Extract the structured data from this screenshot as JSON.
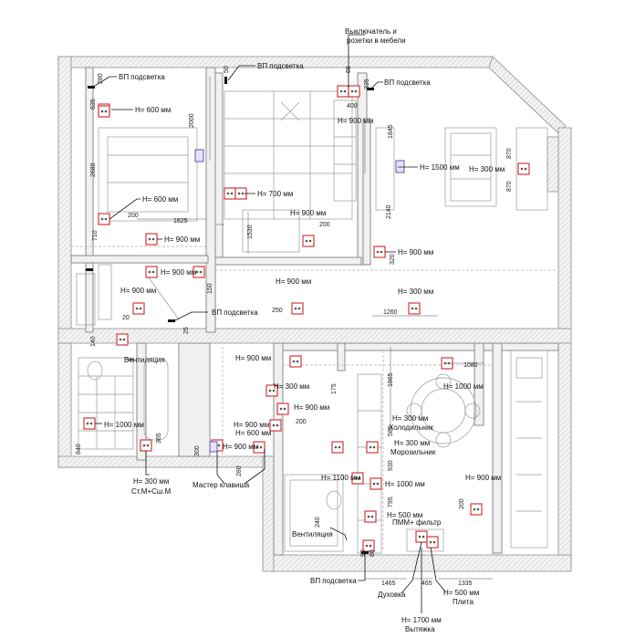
{
  "labels": {
    "switch_furniture_line1": "Выключатель  и",
    "switch_furniture_line2": "розетки в мебели",
    "vp1": "ВП подсветка",
    "vp2": "ВП подсветка",
    "vp3": "ВП подсветка",
    "vp4": "ВП подсветка",
    "vp5": "ВП подсветка",
    "h600a": "H= 600 мм",
    "h900a": "H= 900 мм",
    "h1500": "H= 1500 мм",
    "h300a": "H= 300 мм",
    "h700": "H= 700 мм",
    "h600b": "H= 600 мм",
    "h900b": "H= 900 мм",
    "h900c": "H= 900 мм",
    "h900d": "H= 900 мм",
    "h900e": "H= 900 мм",
    "h900f": "H= 900 мм",
    "h900g": "H= 900 мм",
    "h300b": "H= 300 мм",
    "ventilation1": "Вентиляция",
    "h900h": "H= 900 мм",
    "h300c": "H= 300 мм",
    "h900i": "H= 900 мм",
    "h1000a": "H= 1000 мм",
    "h300fridge": "H= 300 мм",
    "fridge": "Холодильник",
    "h300freezer": "H= 300 мм",
    "freezer": "Морозильник",
    "h1000b": "H= 1000 мм",
    "h900j": "H= 900 мм",
    "h600c": "H= 600 мм",
    "h900k": "H= 900 мм",
    "h300d": "H= 300 мм",
    "st_m": "Ст.М+Сш.М",
    "master": "Мастер клавиша",
    "h1100": "H= 1100 мм",
    "h1000c": "H= 1000 мм",
    "h900l": "H= 900 мм",
    "h500a": "H= 500 мм",
    "pmm": "ПММ+ фильтр",
    "ventilation2": "Вентиляция",
    "oven": "Духовка",
    "h500b": "H= 500 мм",
    "stove": "Плита",
    "h1700": "H= 1700 мм",
    "hood": "Вытяжка"
  },
  "dims": {
    "d635": "635",
    "d280": "280",
    "d50": "50",
    "d65": "65",
    "d335": "335",
    "d400": "400",
    "d2000": "2000",
    "d1845": "1845",
    "d870a": "870",
    "d870b": "870",
    "d2680": "2680",
    "d200a": "200",
    "d1625": "1625",
    "d1530": "1530",
    "d200b": "200",
    "d2140": "2140",
    "d710": "710",
    "d320": "320",
    "d150": "150",
    "d250": "250",
    "d1260": "1260",
    "d20": "20",
    "d25": "25",
    "d140": "140",
    "d1080": "1080",
    "d1865": "1865",
    "d175": "175",
    "d200c": "200",
    "d585": "585",
    "d930": "930",
    "d795": "795",
    "d840": "840",
    "d365": "365",
    "d300": "300",
    "d280b": "280",
    "d240": "240",
    "d200d": "200",
    "d90": "90",
    "d80": "80",
    "d1465": "1465",
    "d465": "465",
    "d1335": "1335"
  }
}
